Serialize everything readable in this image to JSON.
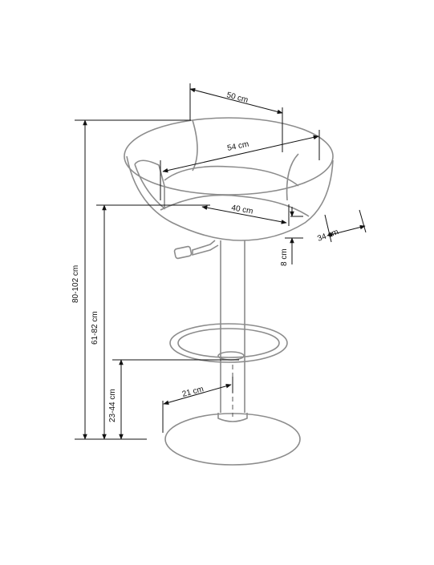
{
  "diagram": {
    "dimensions": {
      "seat_width": "50 cm",
      "seat_depth": "54 cm",
      "seat_inner": "40 cm",
      "side_depth": "34 cm",
      "seat_thickness": "8 cm",
      "total_height": "80-102 cm",
      "seat_height": "61-82 cm",
      "footrest_height": "23-44 cm",
      "base_radius": "21 cm"
    },
    "colors": {
      "outline": "#8c8c8c",
      "dimension_lines": "#111111",
      "background": "#ffffff"
    }
  }
}
